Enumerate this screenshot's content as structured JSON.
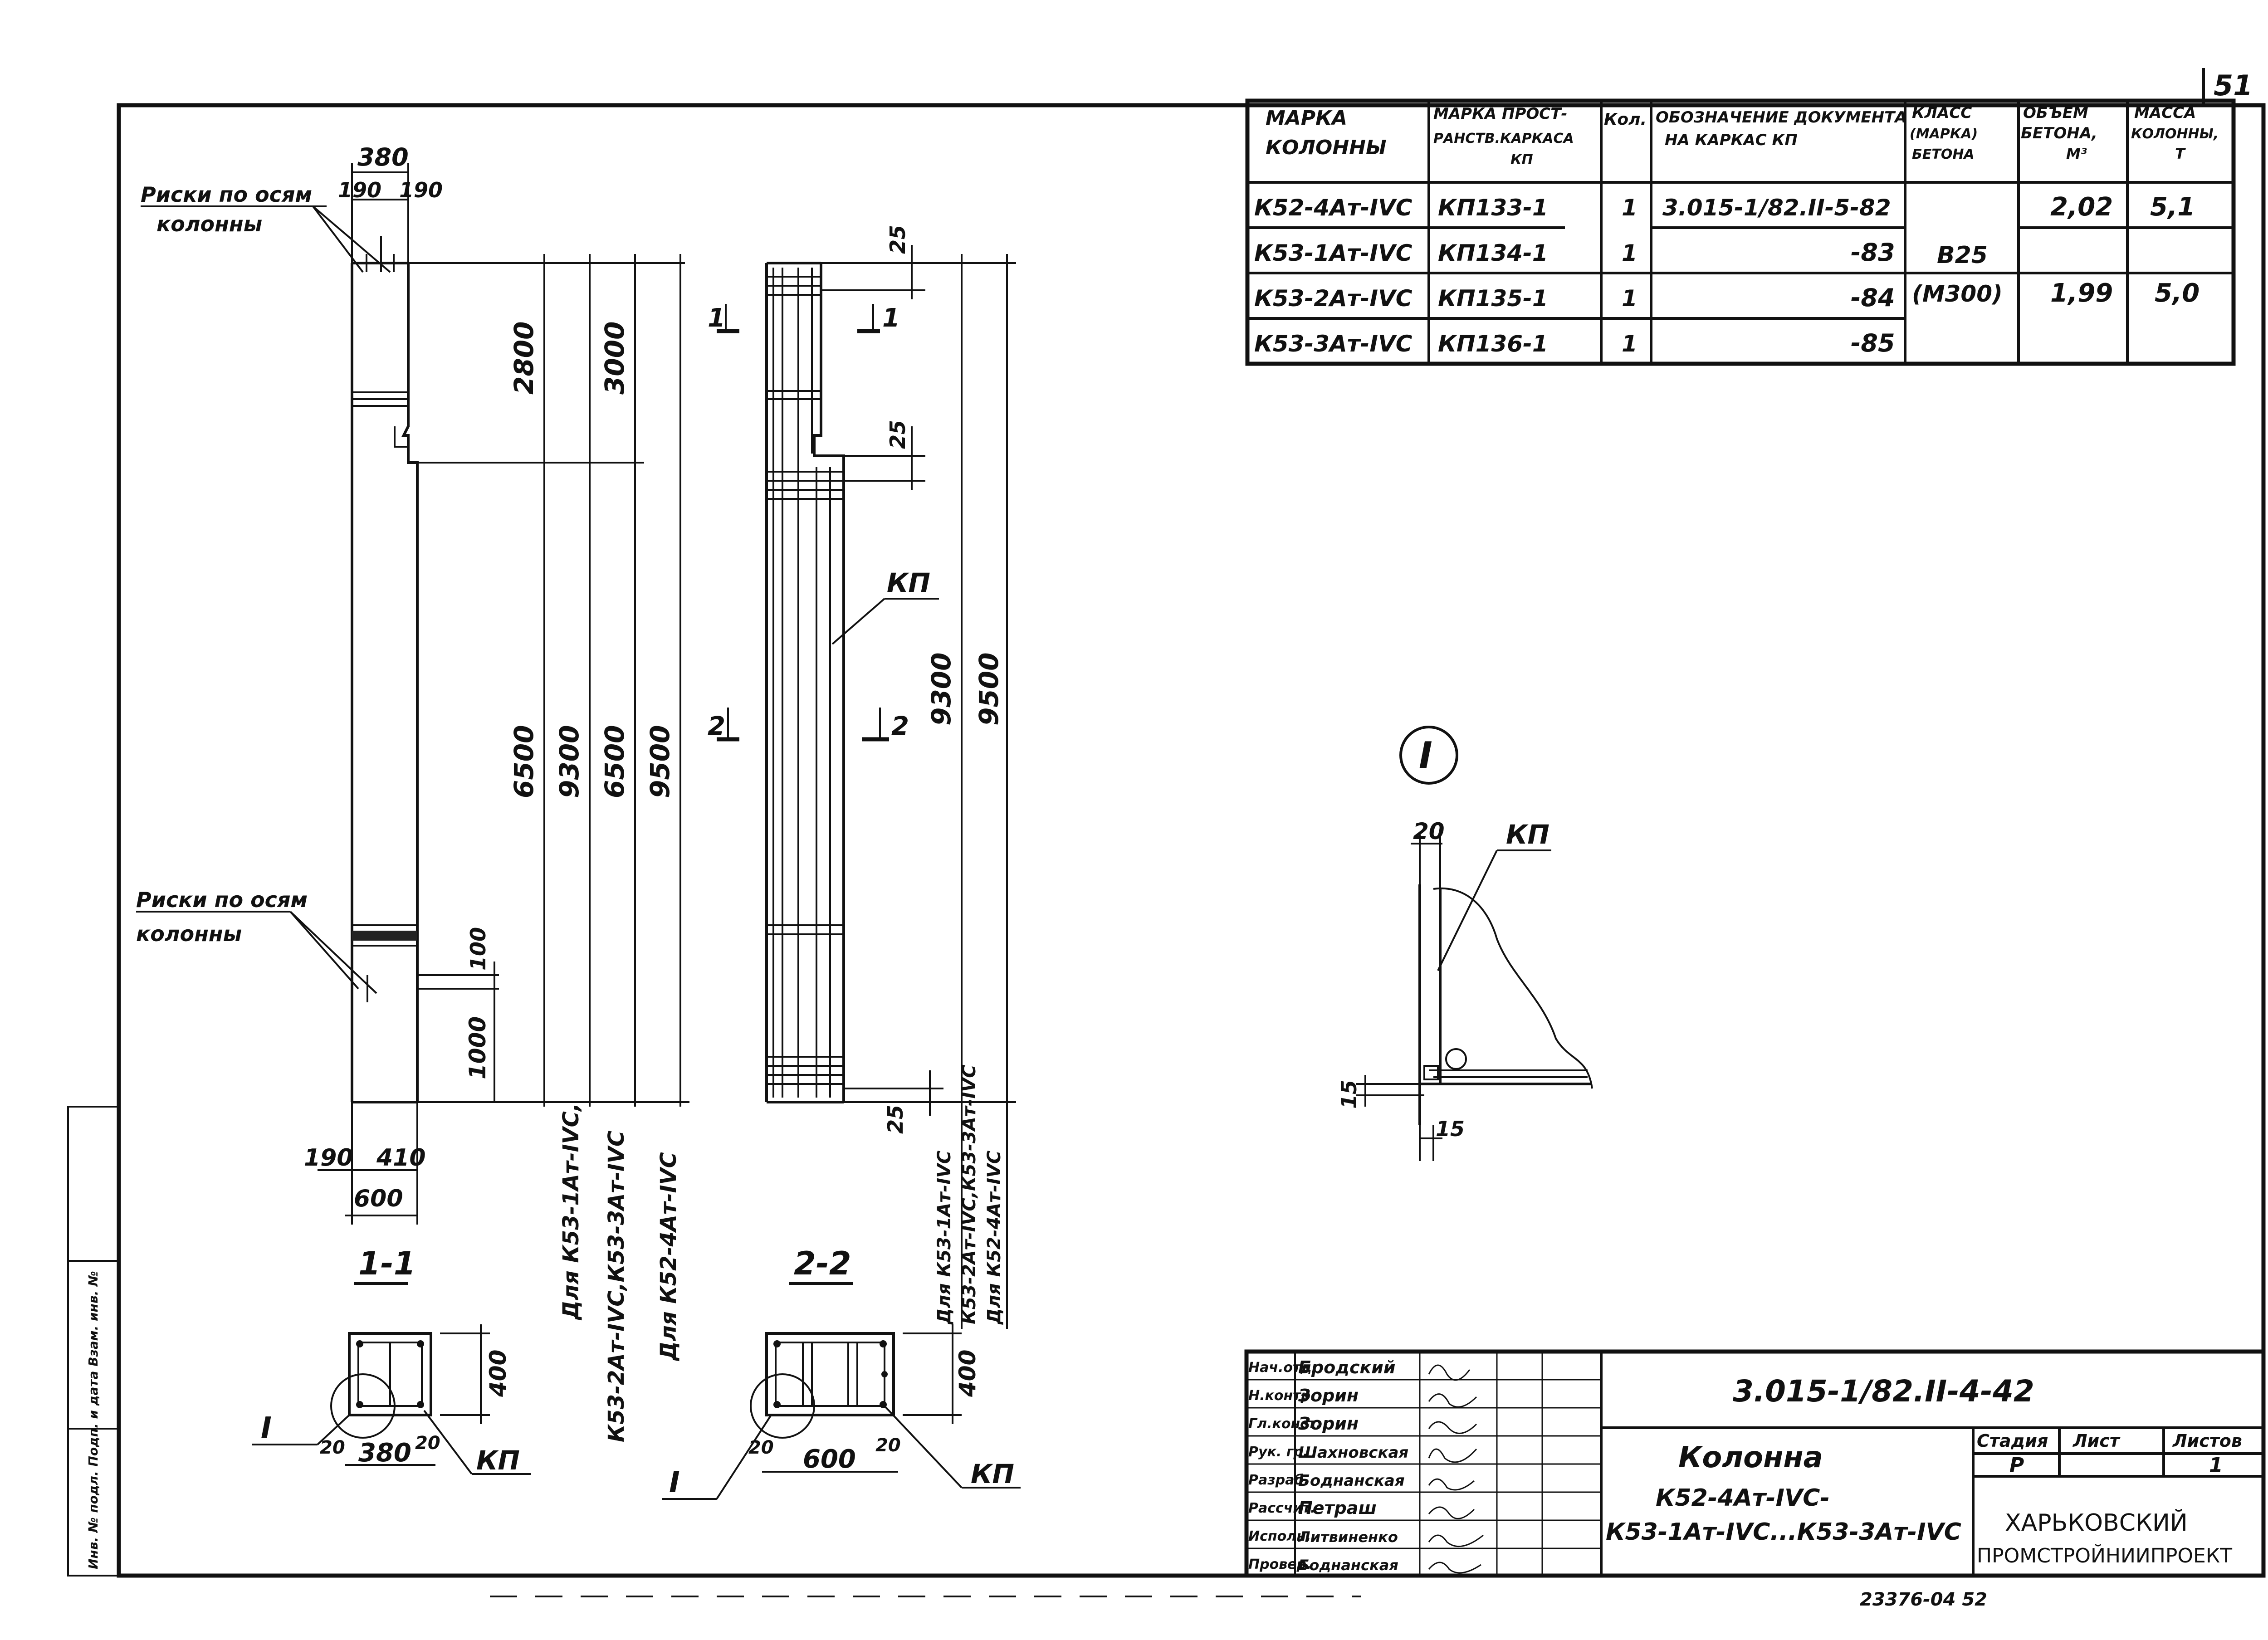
{
  "sheet_number": "51",
  "drawing_code": "3.015-1/82.II-4-42",
  "title": "Колонна",
  "subtitle_line1": "К52-4Ат-IVС-",
  "subtitle_line2": "К53-1Ат-IVС...К53-3Ат-IVС",
  "organization_line1": "ХАРЬКОВСКИЙ",
  "organization_line2": "ПРОМСТРОЙНИИПРОЕКТ",
  "stage_headers": [
    "Стадия",
    "Лист",
    "Листов"
  ],
  "stage_values": [
    "Р",
    "",
    "1"
  ],
  "signatures": [
    {
      "role": "Нач.отд.",
      "name": "Бродский"
    },
    {
      "role": "Н.контр.",
      "name": "Зорин"
    },
    {
      "role": "Гл.конст.",
      "name": "Зорин"
    },
    {
      "role": "Рук. гр.",
      "name": "Шахновская"
    },
    {
      "role": "Разраб.",
      "name": "Боднанская"
    },
    {
      "role": "Рассчит.",
      "name": "Петраш"
    },
    {
      "role": "Исполн.",
      "name": "Литвиненко"
    },
    {
      "role": "Провер.",
      "name": "Боднанская"
    }
  ],
  "spec_table": {
    "headers": [
      "Марка колонны",
      "Марка пространств. каркаса КП",
      "Кол.",
      "Обозначение документа на каркас КП",
      "Класс (марка) бетона",
      "Объем бетона, м³",
      "Масса колонны, т"
    ],
    "rows": [
      [
        "К52-4Ат-IVС",
        "КП133-1",
        "1",
        "3.015-1/82.II-5-82"
      ],
      [
        "К53-1Ат-IVС",
        "КП134-1",
        "1",
        "-83"
      ],
      [
        "К53-2Ат-IVС",
        "КП135-1",
        "1",
        "-84"
      ],
      [
        "К53-3Ат-IVС",
        "КП136-1",
        "1",
        "-85"
      ]
    ],
    "concrete_class": "В25",
    "concrete_mark": "(М300)",
    "volume_1": "2,02",
    "volume_2": "1,99",
    "mass_1": "5,1",
    "mass_2": "5,0"
  },
  "labels": {
    "risks_axes_1": "Риски по осям",
    "risks_axes_2": "колонны",
    "risks_axes_3": "Риски по осям",
    "risks_axes_4": "колонны",
    "kp": "КП",
    "section_1": "1-1",
    "section_2": "2-2",
    "node": "I",
    "cut_1": "1",
    "cut_2": "2",
    "for_1": "Для К53-1Ат-IVС,",
    "for_2": "К53-2Ат-IVС,К53-3Ат-IVС",
    "for_3": "Для К52-4Ат-IVС",
    "for_4": "Для К53-1Ат-IVС",
    "for_5": "К53-2Ат-IVС,К53-3Ат-IVС",
    "for_6": "Для К52-4Ат-IVС",
    "stamp_side": "Инв. № подл.   Подп. и дата   Взам. инв. №",
    "bottom_code": "23376-04  52"
  },
  "dims": {
    "d380": "380",
    "d190a": "190",
    "d190b": "190",
    "d2800": "2800",
    "d3000": "3000",
    "d6500a": "6500",
    "d9300a": "9300",
    "d6500b": "6500",
    "d9500a": "9500",
    "d100": "100",
    "d1000": "1000",
    "d190c": "190",
    "d410": "410",
    "d600a": "600",
    "d25a": "25",
    "d25b": "25",
    "d25c": "25",
    "d9300b": "9300",
    "d9500b": "9500",
    "d400a": "400",
    "d380b": "380",
    "d20a": "20",
    "d20b": "20",
    "d400b": "400",
    "d600b": "600",
    "d20c": "20",
    "d20d": "20",
    "d20e": "20",
    "d15a": "15",
    "d15b": "15"
  }
}
